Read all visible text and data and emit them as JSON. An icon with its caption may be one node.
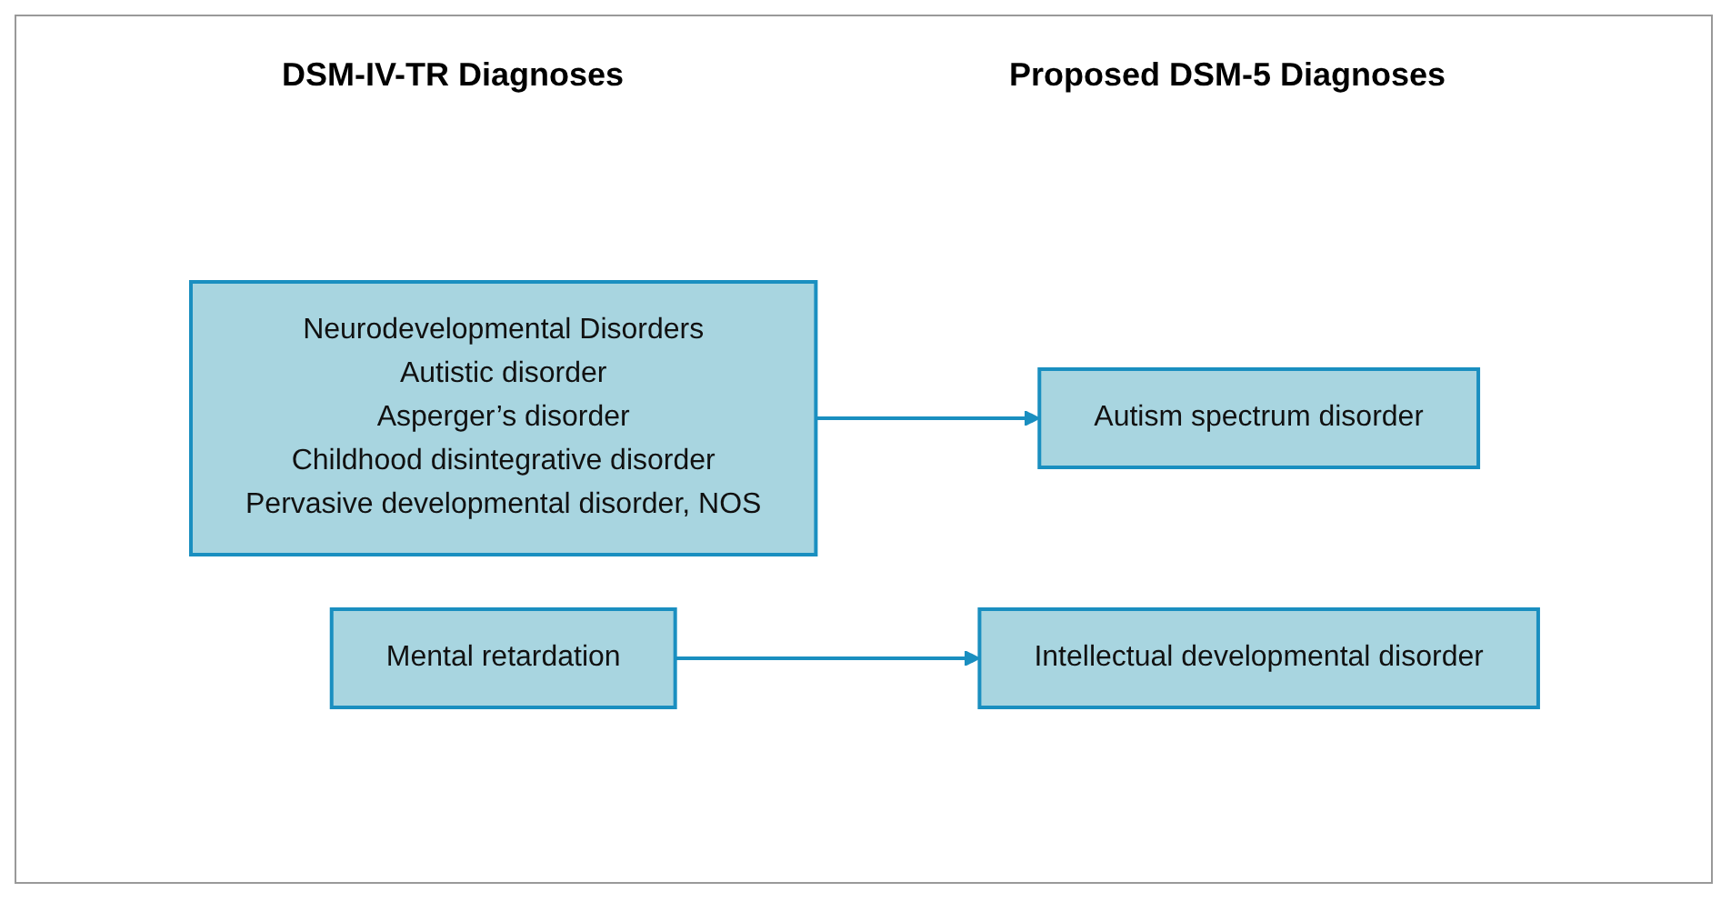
{
  "diagram": {
    "nodes": [
      {
        "text": [
          "Neurodevelopmental Disorders",
          "Autistic disorder",
          "Asperger’s disorder",
          "Childhood disintegrative disorder",
          "Pervasive developmental disorder, NOS"
        ]
      },
      {
        "text": [
          "Autism spectrum disorder"
        ]
      },
      {
        "text": [
          "Mental retardation"
        ]
      },
      {
        "text": [
          "Intellectual developmental disorder"
        ]
      }
    ],
    "edges": [
      {
        "from": 0,
        "to": 1,
        "arrow": "to"
      },
      {
        "from": 2,
        "to": 3,
        "arrow": "to"
      }
    ],
    "labels": [
      "DSM-IV-TR Diagnoses",
      "Proposed DSM-5 Diagnoses"
    ]
  }
}
